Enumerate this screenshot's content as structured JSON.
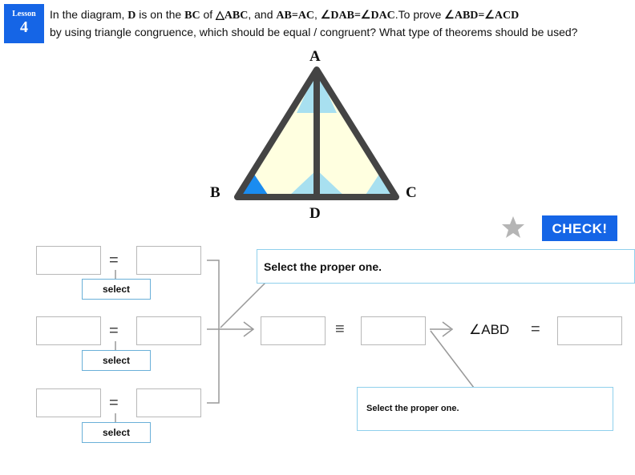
{
  "lesson": {
    "word": "Lesson",
    "number": "4"
  },
  "question": {
    "line1_parts": [
      "In the diagram, ",
      "D",
      " is on the ",
      "BC",
      " of ",
      "△ABC",
      ", and ",
      "AB=AC",
      ", ",
      "∠DAB=∠DAC",
      ".To prove ",
      "∠ABD=∠ACD"
    ],
    "line2": "by using triangle congruence, which should be equal / congruent? What type of theorems should be used?"
  },
  "diagram": {
    "vertex_a": "A",
    "vertex_b": "B",
    "vertex_c": "C",
    "vertex_d": "D"
  },
  "check_label": "CHECK!",
  "rows": [
    {
      "equals": "=",
      "select_label": "select"
    },
    {
      "equals": "=",
      "select_label": "select"
    },
    {
      "equals": "=",
      "select_label": "select"
    }
  ],
  "congruence": {
    "symbol": "≡"
  },
  "conclusion": {
    "angle": "∠ABD",
    "equals": "="
  },
  "tooltips": {
    "top": "Select the proper one.",
    "bottom": "Select the proper one."
  },
  "colors": {
    "accent": "#1565e6",
    "triangle_fill": "#ffffe0",
    "light_blue": "#a8e0f0",
    "dark_blue": "#1a8cf0",
    "stroke": "#444444"
  }
}
